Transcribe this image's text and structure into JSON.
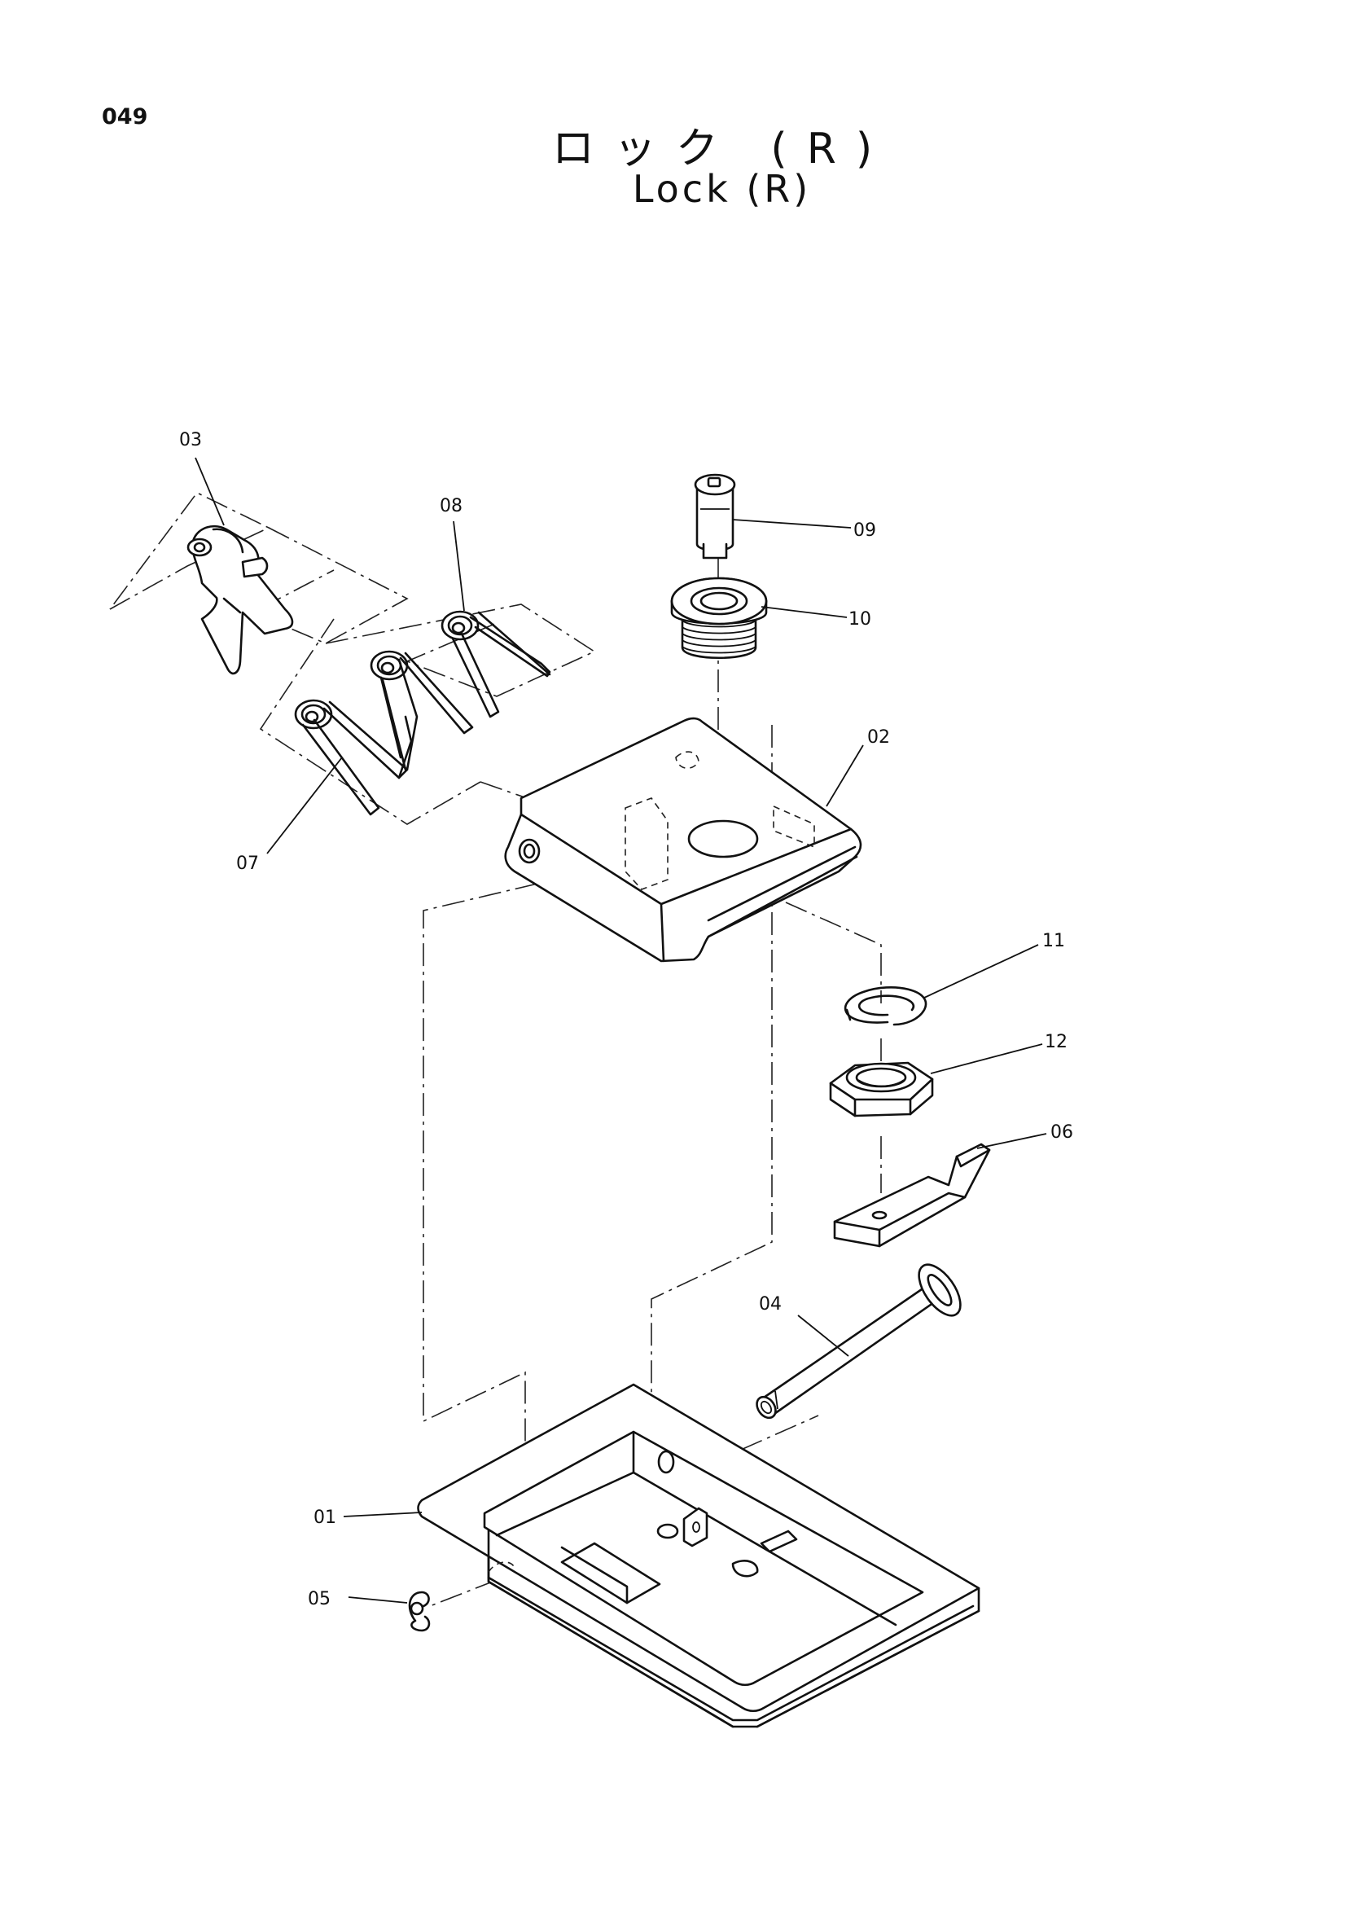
{
  "page_number": "049",
  "title_jp": "ロック (R)",
  "title_en": "Lock (R)",
  "parts": [
    {
      "id": "03",
      "label": "03"
    },
    {
      "id": "08",
      "label": "08"
    },
    {
      "id": "09",
      "label": "09"
    },
    {
      "id": "10",
      "label": "10"
    },
    {
      "id": "02",
      "label": "02"
    },
    {
      "id": "07",
      "label": "07"
    },
    {
      "id": "11",
      "label": "11"
    },
    {
      "id": "12",
      "label": "12"
    },
    {
      "id": "06",
      "label": "06"
    },
    {
      "id": "04",
      "label": "04"
    },
    {
      "id": "01",
      "label": "01"
    },
    {
      "id": "05",
      "label": "05"
    }
  ]
}
